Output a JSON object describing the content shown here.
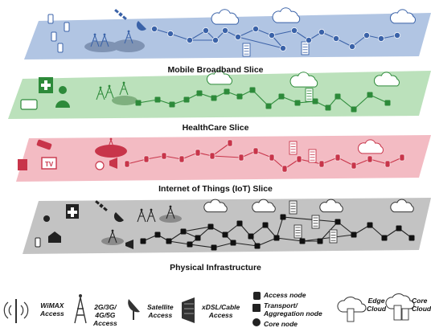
{
  "slices": [
    {
      "key": "mbb",
      "label": "Mobile Broadband Slice",
      "color": "#a8bfe0",
      "node_color": "#3a62a8",
      "line_color": "#3d63a8"
    },
    {
      "key": "health",
      "label": "HealthCare Slice",
      "color": "#b4deb4",
      "node_color": "#2d8a3a",
      "line_color": "#2f8c3c"
    },
    {
      "key": "iot",
      "label": "Internet of Things  (IoT) Slice",
      "color": "#f2b4bd",
      "node_color": "#c8354a",
      "line_color": "#c8354a"
    },
    {
      "key": "phys",
      "label": "Physical Infrastructure",
      "color": "#bdbdbd",
      "node_color": "#111111",
      "line_color": "#222222"
    }
  ],
  "legend": {
    "wimax": "WiMAX\nAccess",
    "cellular": "2G/3G/\n4G/5G\nAccess",
    "satellite": "Satellite\nAccess",
    "xdsl": "xDSL/Cable\nAccess",
    "access_node": "Access node",
    "transport_node": "Transport/\nAggregation node",
    "core_node": "Core node",
    "edge_cloud": "Edge\nCloud",
    "core_cloud": "Core\nCloud"
  }
}
